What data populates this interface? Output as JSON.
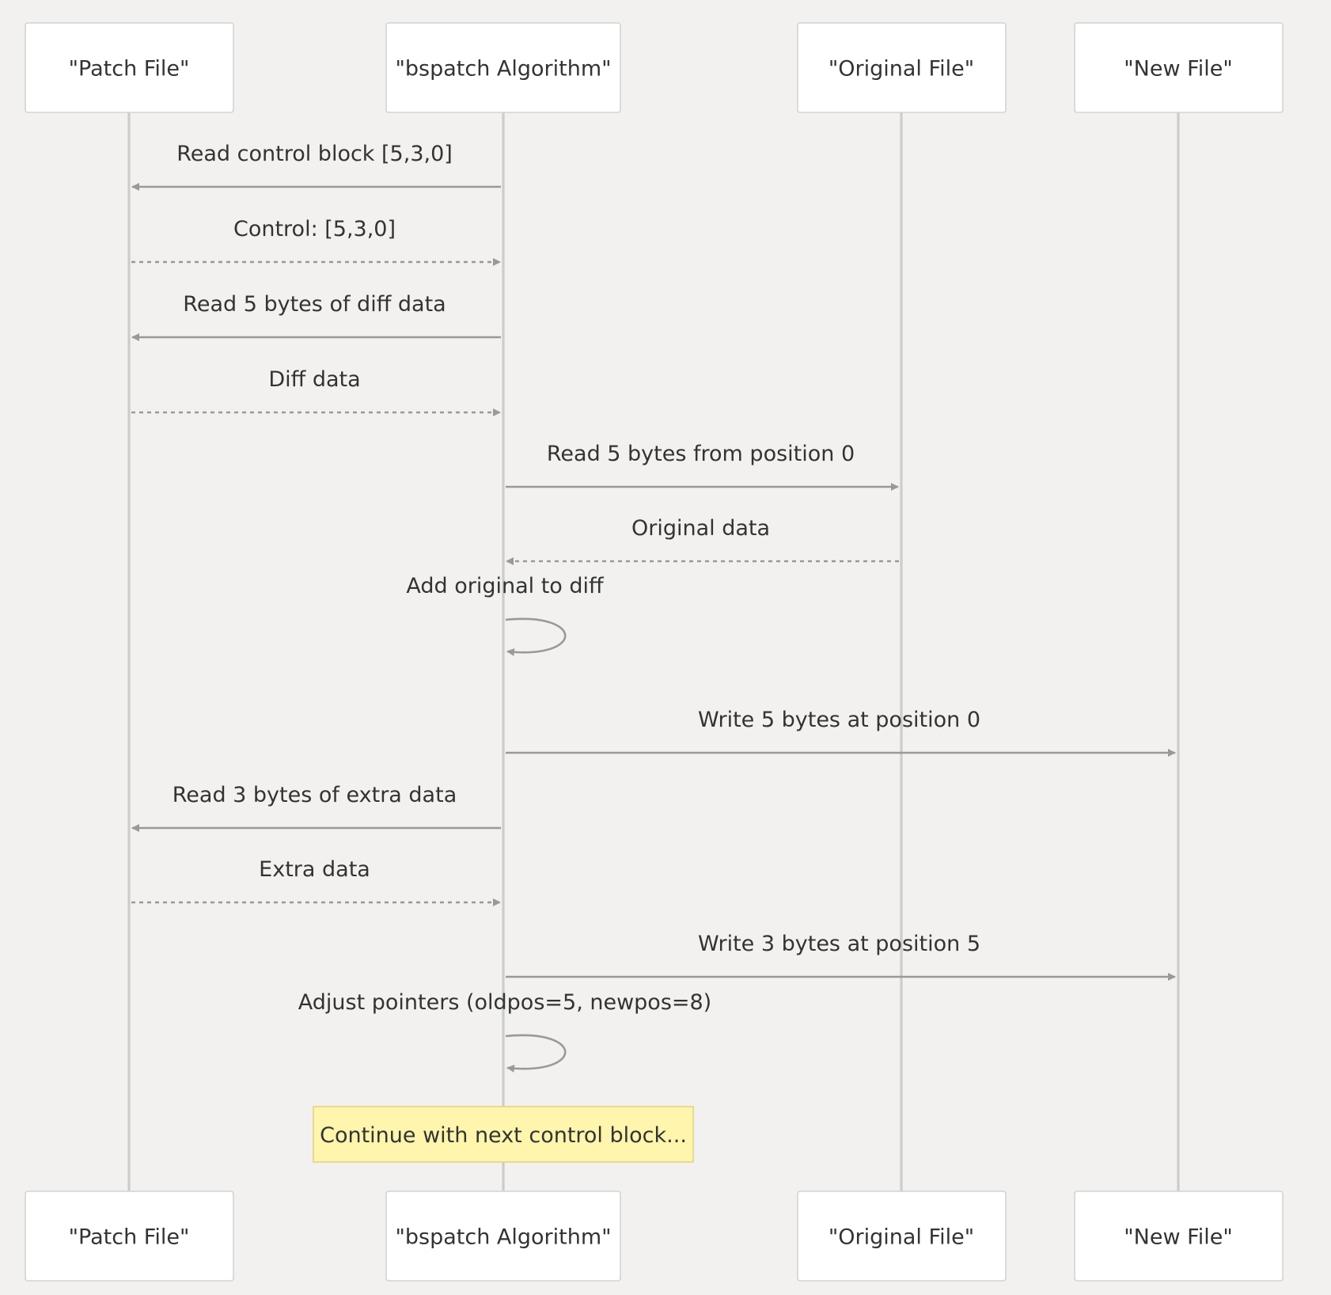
{
  "diagram": {
    "type": "sequence",
    "participants": [
      {
        "id": "patch",
        "label": "\"Patch File\""
      },
      {
        "id": "bspatch",
        "label": "\"bspatch Algorithm\""
      },
      {
        "id": "original",
        "label": "\"Original File\""
      },
      {
        "id": "newfile",
        "label": "\"New File\""
      }
    ],
    "messages": [
      {
        "from": "bspatch",
        "to": "patch",
        "label": "Read control block [5,3,0]",
        "style": "solid"
      },
      {
        "from": "patch",
        "to": "bspatch",
        "label": "Control: [5,3,0]",
        "style": "dashed"
      },
      {
        "from": "bspatch",
        "to": "patch",
        "label": "Read 5 bytes of diff data",
        "style": "solid"
      },
      {
        "from": "patch",
        "to": "bspatch",
        "label": "Diff data",
        "style": "dashed"
      },
      {
        "from": "bspatch",
        "to": "original",
        "label": "Read 5 bytes from position 0",
        "style": "solid"
      },
      {
        "from": "original",
        "to": "bspatch",
        "label": "Original data",
        "style": "dashed"
      },
      {
        "from": "bspatch",
        "to": "bspatch",
        "label": "Add original to diff",
        "style": "self"
      },
      {
        "from": "bspatch",
        "to": "newfile",
        "label": "Write 5 bytes at position 0",
        "style": "solid"
      },
      {
        "from": "bspatch",
        "to": "patch",
        "label": "Read 3 bytes of extra data",
        "style": "solid"
      },
      {
        "from": "patch",
        "to": "bspatch",
        "label": "Extra data",
        "style": "dashed"
      },
      {
        "from": "bspatch",
        "to": "newfile",
        "label": "Write 3 bytes at position 5",
        "style": "solid"
      },
      {
        "from": "bspatch",
        "to": "bspatch",
        "label": "Adjust pointers (oldpos=5, newpos=8)",
        "style": "self"
      }
    ],
    "note": {
      "over": "bspatch",
      "text": "Continue with next control block..."
    }
  }
}
